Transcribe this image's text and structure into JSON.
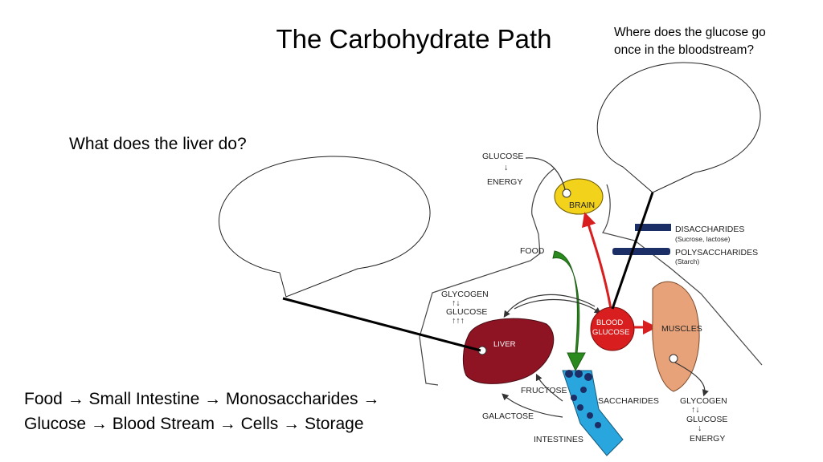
{
  "slide": {
    "title": "The Carbohydrate Path",
    "question_glucose_line1": "Where does the glucose go",
    "question_glucose_line2": "once in the bloodstream?",
    "question_liver": "What does the liver do?",
    "summary_line1": "Food → Small Intestine → Monosaccharides →",
    "summary_line2": "Glucose → Blood Stream → Cells → Storage"
  },
  "diagram": {
    "glucose_top": "GLUCOSE",
    "energy_top": "ENERGY",
    "brain": "BRAIN",
    "disaccharides": "DISACCHARIDES",
    "disaccharides_note": "(Sucrose, lactose)",
    "polysaccharides": "POLYSACCHARIDES",
    "polysaccharides_note": "(Starch)",
    "food": "FOOD",
    "glycogen_left": "GLYCOGEN",
    "glucose_left": "GLUCOSE",
    "blood_glucose_line1": "BLOOD",
    "blood_glucose_line2": "GLUCOSE",
    "muscles": "MUSCLES",
    "liver": "LIVER",
    "fructose": "FRUCTOSE",
    "saccharides": "SACCHARIDES",
    "galactose": "GALACTOSE",
    "intestines": "INTESTINES",
    "glycogen_right": "GLYCOGEN",
    "glucose_right": "GLUCOSE",
    "energy_right": "ENERGY"
  },
  "colors": {
    "brain": "#f2d21b",
    "blood": "#d81e1e",
    "liver": "#8e1424",
    "intestine": "#2aa6de",
    "food_arrow": "#2a8a1e",
    "muscle": "#e8a27a"
  },
  "icons": [
    "speech-bubble",
    "arrow"
  ]
}
